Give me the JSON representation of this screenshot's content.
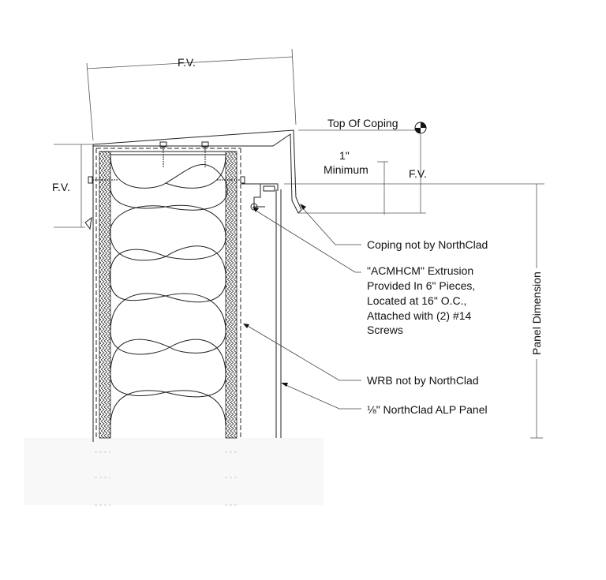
{
  "labels": {
    "fv_top": "F.V.",
    "fv_left": "F.V.",
    "fv_right": "F.V.",
    "top_of_coping": "Top Of Coping",
    "minimum_value": "1\"",
    "minimum_label": "Minimum",
    "coping": "Coping not by NorthClad",
    "extrusion": [
      "\"ACMHCM\" Extrusion",
      "Provided In 6\" Pieces,",
      "Located at 16\" O.C.,",
      "Attached with (2) #14",
      "Screws"
    ],
    "wrb": "WRB not by NorthClad",
    "panel_fraction": "⅛",
    "panel": "\" NorthClad ALP Panel",
    "panel_dimension": "Panel Dimension"
  },
  "colors": {
    "line": "#222222",
    "fade": "#f7f7f7"
  }
}
